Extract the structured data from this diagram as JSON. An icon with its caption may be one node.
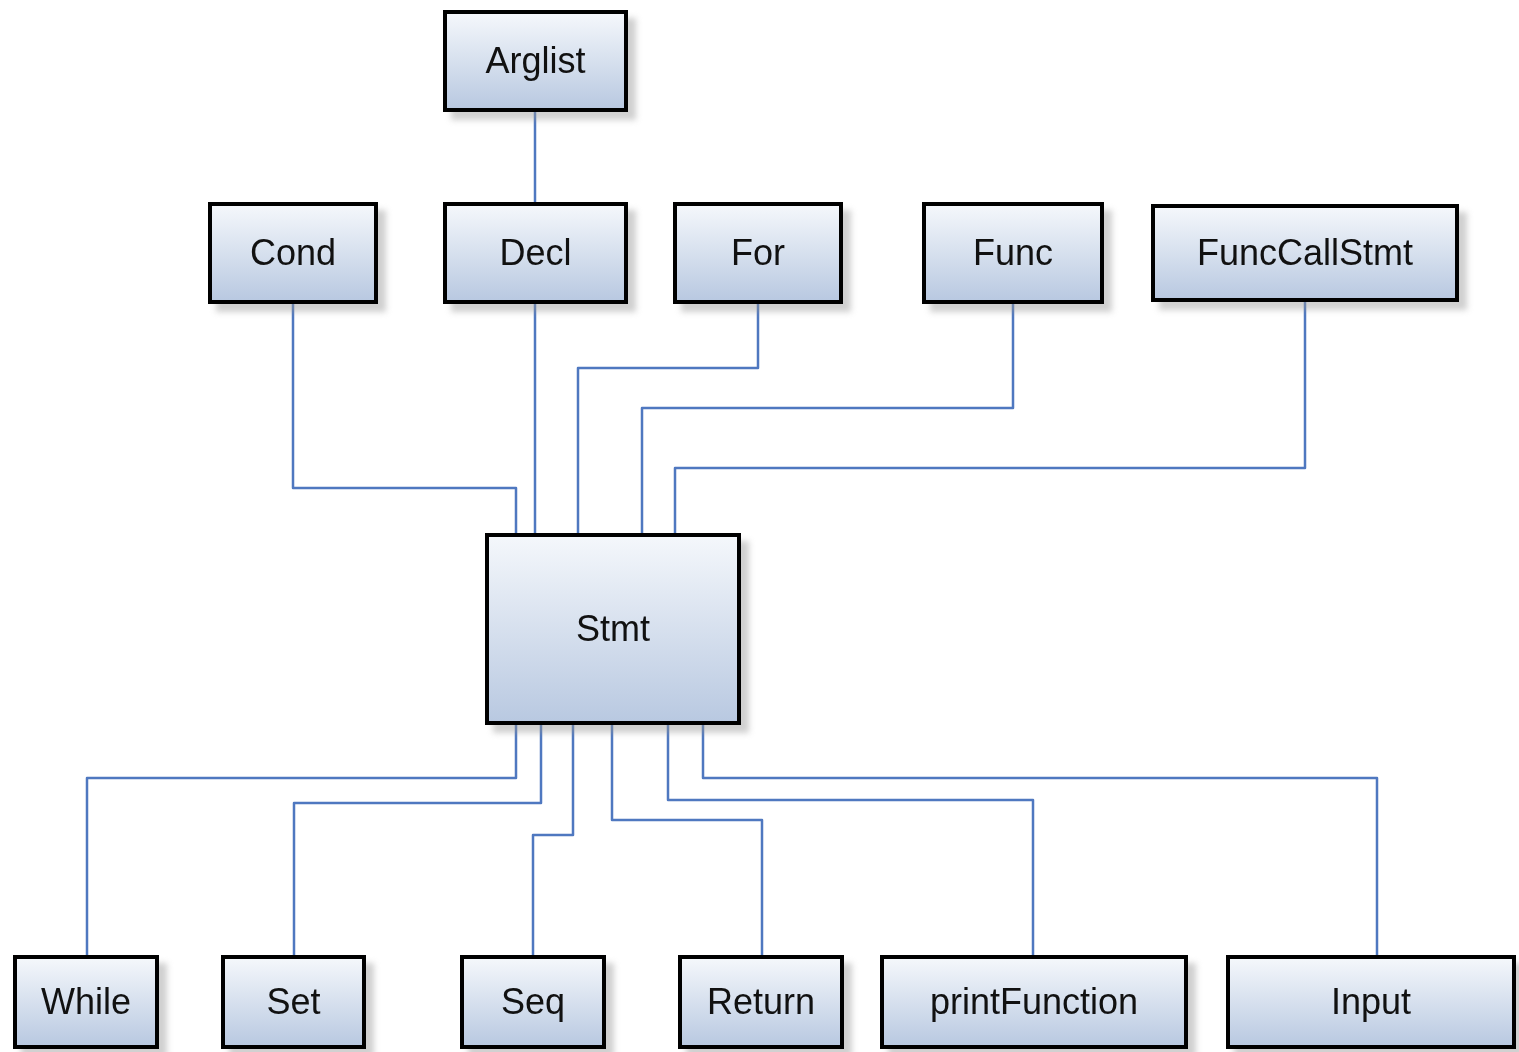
{
  "diagram": {
    "nodes": [
      {
        "text": [
          "Arglist"
        ]
      },
      {
        "text": [
          "Cond"
        ]
      },
      {
        "text": [
          "Decl"
        ]
      },
      {
        "text": [
          "For"
        ]
      },
      {
        "text": [
          "Func"
        ]
      },
      {
        "text": [
          "FuncCallStmt"
        ]
      },
      {
        "text": [
          "Stmt"
        ]
      },
      {
        "text": [
          "While"
        ]
      },
      {
        "text": [
          "Set"
        ]
      },
      {
        "text": [
          "Seq"
        ]
      },
      {
        "text": [
          "Return"
        ]
      },
      {
        "text": [
          "printFunction"
        ]
      },
      {
        "text": [
          "Input"
        ]
      }
    ],
    "edges": [
      {
        "from": 0,
        "to": 2,
        "arrow": "none"
      },
      {
        "from": 1,
        "to": 6,
        "arrow": "none"
      },
      {
        "from": 2,
        "to": 6,
        "arrow": "none"
      },
      {
        "from": 3,
        "to": 6,
        "arrow": "none"
      },
      {
        "from": 4,
        "to": 6,
        "arrow": "none"
      },
      {
        "from": 5,
        "to": 6,
        "arrow": "none"
      },
      {
        "from": 6,
        "to": 7,
        "arrow": "none"
      },
      {
        "from": 6,
        "to": 8,
        "arrow": "none"
      },
      {
        "from": 6,
        "to": 9,
        "arrow": "none"
      },
      {
        "from": 6,
        "to": 10,
        "arrow": "none"
      },
      {
        "from": 6,
        "to": 11,
        "arrow": "none"
      },
      {
        "from": 6,
        "to": 12,
        "arrow": "none"
      }
    ]
  }
}
